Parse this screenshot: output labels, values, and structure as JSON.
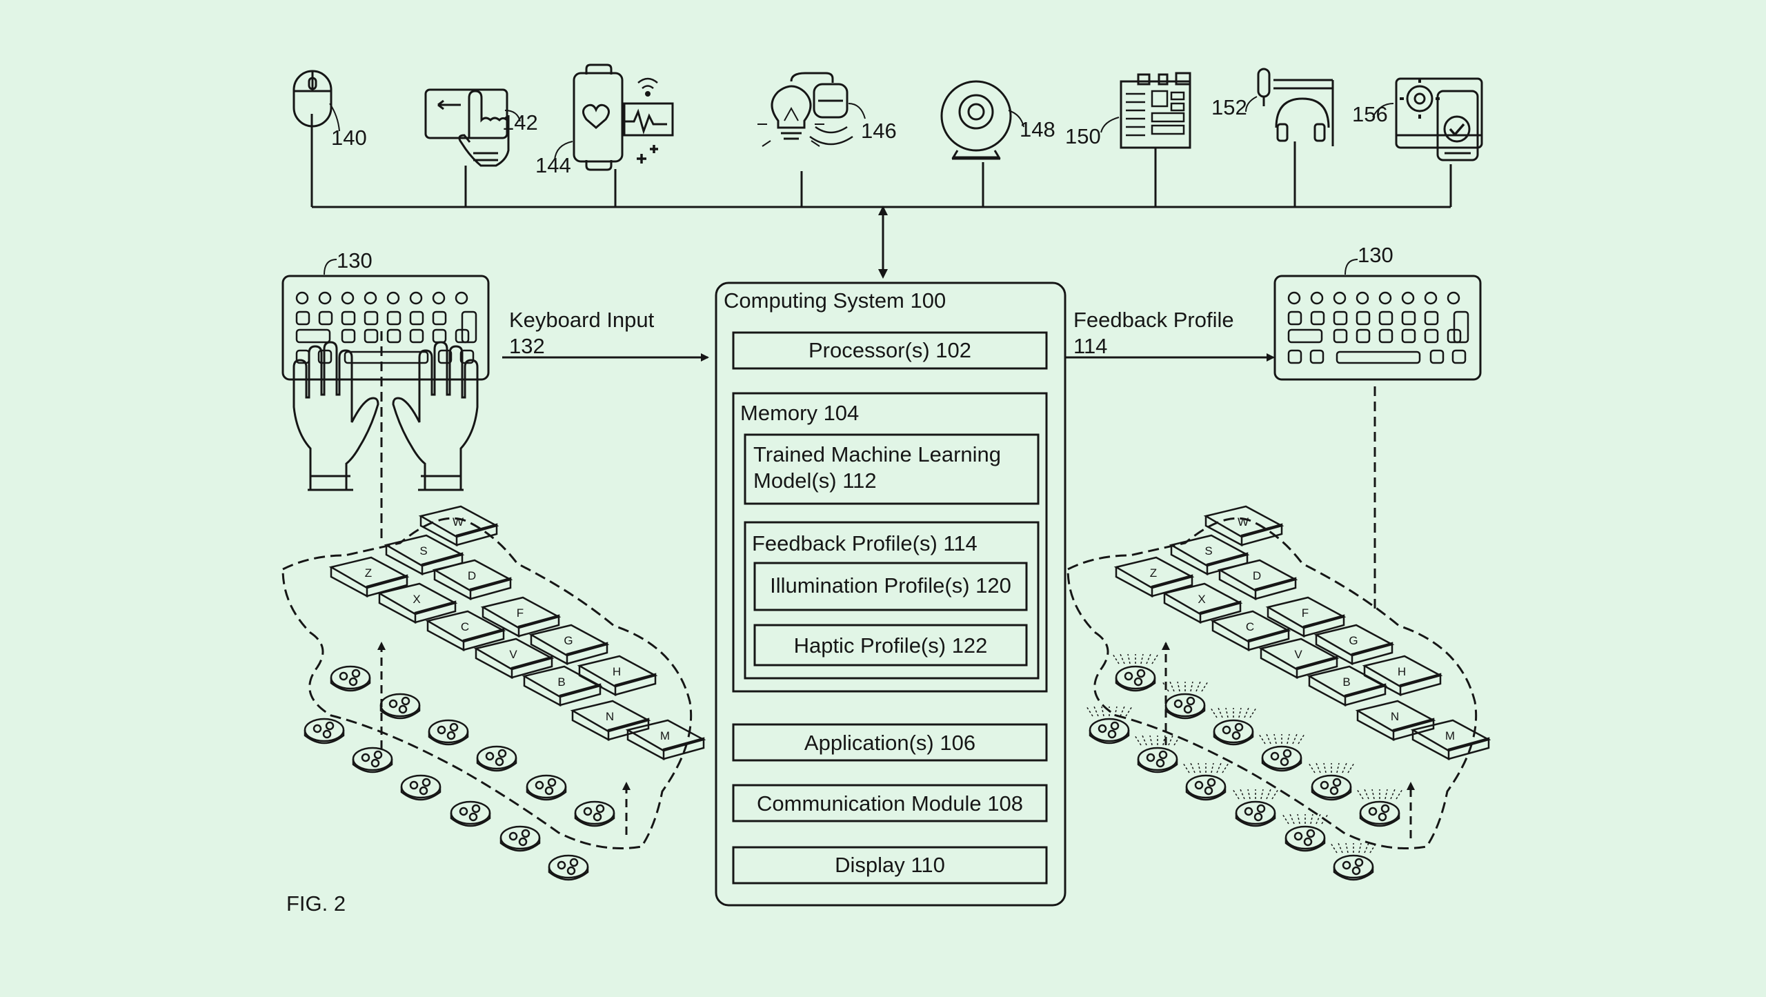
{
  "figure_label": "FIG. 2",
  "peripherals": [
    {
      "ref": "140",
      "icon": "mouse-icon"
    },
    {
      "ref": "142",
      "icon": "touchpad-icon"
    },
    {
      "ref": "144",
      "icon": "smartwatch-icon"
    },
    {
      "ref": "146",
      "icon": "lightbulb-speaker-icon"
    },
    {
      "ref": "148",
      "icon": "webcam-icon"
    },
    {
      "ref": "150",
      "icon": "circuit-board-icon"
    },
    {
      "ref": "152",
      "icon": "headset-microphone-icon"
    },
    {
      "ref": "156",
      "icon": "devices-settings-icon"
    }
  ],
  "left_keyboard": {
    "ref": "130",
    "arrow_label_line1": "Keyboard Input",
    "arrow_label_line2": "132"
  },
  "right_keyboard": {
    "ref": "130",
    "arrow_label_line1": "Feedback Profile",
    "arrow_label_line2": "114"
  },
  "computing_system": {
    "title": "Computing System 100",
    "processor": "Processor(s) 102",
    "memory": {
      "title": "Memory 104",
      "ml_line1": "Trained Machine Learning",
      "ml_line2": "Model(s) 112",
      "feedback": {
        "title": "Feedback Profile(s) 114",
        "illumination": "Illumination Profile(s) 120",
        "haptic": "Haptic Profile(s) 122"
      }
    },
    "applications": "Application(s) 106",
    "communication": "Communication Module 108",
    "display": "Display 110"
  },
  "exploded_keys_left": [
    "W",
    "S",
    "D",
    "Z",
    "X",
    "C",
    "F",
    "V",
    "G",
    "B",
    "H",
    "N",
    "M"
  ],
  "exploded_keys_right": [
    "W",
    "S",
    "D",
    "Z",
    "X",
    "C",
    "F",
    "V",
    "G",
    "B",
    "H",
    "N",
    "M"
  ],
  "colors": {
    "background": "#e1f5e6",
    "ink": "#161616"
  }
}
